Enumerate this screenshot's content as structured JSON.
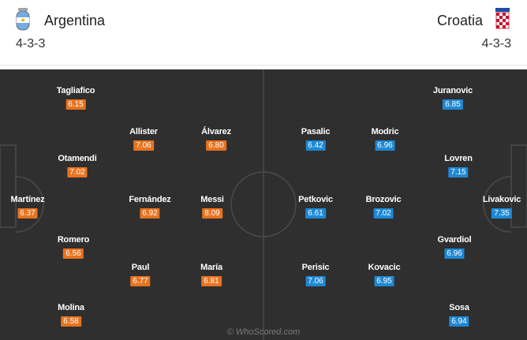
{
  "home": {
    "name": "Argentina",
    "formation": "4-3-3",
    "players": [
      {
        "name": "Tagliafico",
        "rating": "6.15"
      },
      {
        "name": "Otamendi",
        "rating": "7.02"
      },
      {
        "name": "Martínez",
        "rating": "6.37"
      },
      {
        "name": "Romero",
        "rating": "6.56"
      },
      {
        "name": "Molina",
        "rating": "6.58"
      },
      {
        "name": "Allister",
        "rating": "7.06"
      },
      {
        "name": "Fernández",
        "rating": "6.92"
      },
      {
        "name": "Paul",
        "rating": "6.77"
      },
      {
        "name": "Álvarez",
        "rating": "6.80"
      },
      {
        "name": "Messi",
        "rating": "8.09"
      },
      {
        "name": "María",
        "rating": "6.81"
      }
    ]
  },
  "away": {
    "name": "Croatia",
    "formation": "4-3-3",
    "players": [
      {
        "name": "Pasalic",
        "rating": "6.42"
      },
      {
        "name": "Petkovic",
        "rating": "6.61"
      },
      {
        "name": "Perisic",
        "rating": "7.06"
      },
      {
        "name": "Modric",
        "rating": "6.96"
      },
      {
        "name": "Brozovic",
        "rating": "7.02"
      },
      {
        "name": "Kovacic",
        "rating": "6.95"
      },
      {
        "name": "Juranovic",
        "rating": "6.85"
      },
      {
        "name": "Lovren",
        "rating": "7.15"
      },
      {
        "name": "Gvardiol",
        "rating": "6.96"
      },
      {
        "name": "Sosa",
        "rating": "6.94"
      },
      {
        "name": "Livakovic",
        "rating": "7.35"
      }
    ]
  },
  "watermark": "© WhoScored.com",
  "colors": {
    "pitch": "#2f2f2f",
    "home_rating": "#e8731f",
    "away_rating": "#1e88d4",
    "lines": "#4a4a4a"
  }
}
